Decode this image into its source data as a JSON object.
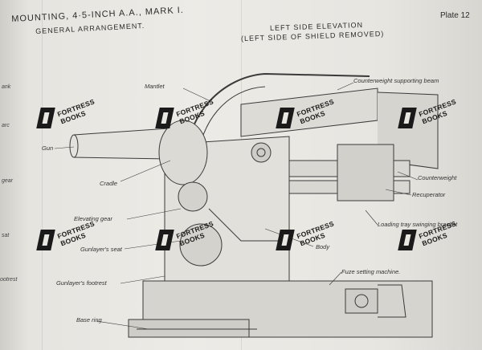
{
  "header": {
    "title": "MOUNTING, 4·5-INCH A.A., MARK I.",
    "subtitle": "GENERAL ARRANGEMENT.",
    "plate": "Plate 12"
  },
  "elevation": {
    "line1": "LEFT SIDE ELEVATION",
    "line2": "(LEFT SIDE OF SHIELD REMOVED)"
  },
  "labels": {
    "mantlet": "Mantlet",
    "counterweight_beam": "Counterweight supporting beam",
    "gun": "Gun",
    "cradle": "Cradle",
    "counterweight": "Counterweight",
    "recuperator": "Recuperator",
    "elevating_gear": "Elevating gear",
    "loading_bracket": "Loading tray swinging bracket",
    "gunlayers_seat": "Gunlayer's seat",
    "body": "Body",
    "gunlayers_footrest": "Gunlayer's footrest",
    "fuze_machine": "Fuze setting machine.",
    "base_ring": "Base ring"
  },
  "left_edge": {
    "e1": "ank",
    "e2": "arc",
    "e3": "gear",
    "e4": "sat",
    "e5": "ootrest"
  },
  "watermark": {
    "line1": "FORTRESS",
    "line2": "BOOKS"
  }
}
